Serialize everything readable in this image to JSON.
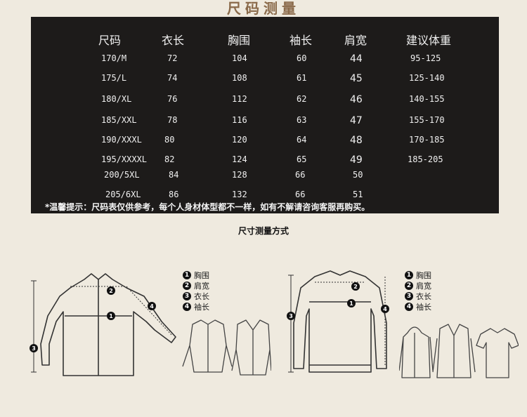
{
  "page": {
    "title": "尺码测量",
    "subtitle": "尺寸测量方式",
    "note": "*温馨提示：尺码表仅供参考，每个人身材体型都不一样，如有不解请咨询客服再购买。"
  },
  "size_table": {
    "headers": [
      "尺码",
      "衣长",
      "胸围",
      "袖长",
      "肩宽",
      "建议体重"
    ],
    "rows": [
      [
        "170/M",
        "72",
        "104",
        "60",
        "44",
        "95-125"
      ],
      [
        "175/L",
        "74",
        "108",
        "61",
        "45",
        "125-140"
      ],
      [
        "180/XL",
        "76",
        "112",
        "62",
        "46",
        "140-155"
      ],
      [
        "185/XXL",
        "78",
        "116",
        "63",
        "47",
        "155-170"
      ],
      [
        "190/XXXL",
        "80",
        "120",
        "64",
        "48",
        "170-185"
      ],
      [
        "195/XXXXL",
        "82",
        "124",
        "65",
        "49",
        "185-205"
      ],
      [
        "200/5XL",
        "84",
        "128",
        "66",
        "50",
        ""
      ],
      [
        "205/6XL",
        "86",
        "132",
        "66",
        "51",
        ""
      ]
    ]
  },
  "legend_left": [
    {
      "num": "1",
      "label": "胸围"
    },
    {
      "num": "2",
      "label": "肩宽"
    },
    {
      "num": "3",
      "label": "衣长"
    },
    {
      "num": "4",
      "label": "袖长"
    }
  ],
  "legend_right": [
    {
      "num": "1",
      "label": "胸围"
    },
    {
      "num": "2",
      "label": "肩宽"
    },
    {
      "num": "3",
      "label": "衣长"
    },
    {
      "num": "4",
      "label": "袖长"
    }
  ],
  "colors": {
    "panel": "#1d1b1a",
    "background": "#efeadf",
    "title": "#8a6a4a"
  }
}
